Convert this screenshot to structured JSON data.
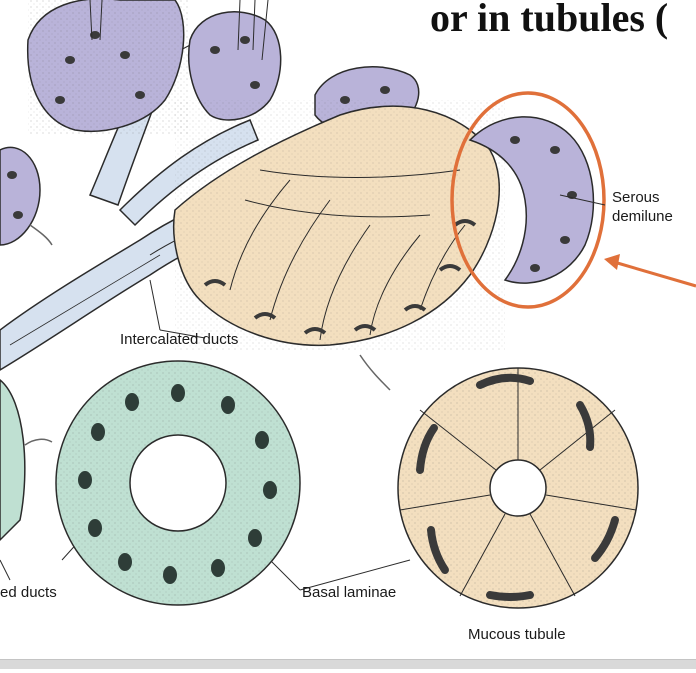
{
  "slide": {
    "heading_fragment": "or in tubules ("
  },
  "labels": {
    "serous_demilune_line1": "Serous",
    "serous_demilune_line2": "demilune",
    "intercalated_ducts": "Intercalated ducts",
    "striated_ducts_partial": "ed ducts",
    "basal_laminae": "Basal laminae",
    "mucous_tubule": "Mucous tubule"
  },
  "colors": {
    "serous": "#b9b3d9",
    "duct": "#d6e1ef",
    "mucous": "#f3dfbf",
    "striated": "#bfe0d2",
    "highlight": "#e0703a",
    "outline": "#2b2b2b"
  }
}
